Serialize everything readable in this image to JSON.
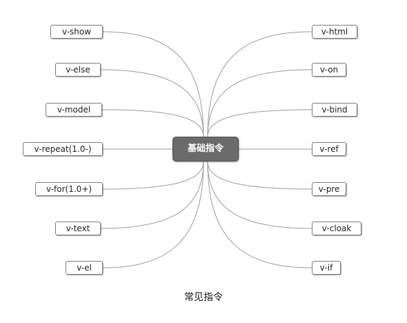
{
  "center": {
    "label": "基础指令"
  },
  "left_nodes": [
    {
      "label": "v-show"
    },
    {
      "label": "v-else"
    },
    {
      "label": "v-model"
    },
    {
      "label": "v-repeat(1.0-)"
    },
    {
      "label": "v-for(1.0+)"
    },
    {
      "label": "v-text"
    },
    {
      "label": "v-el"
    }
  ],
  "right_nodes": [
    {
      "label": "v-html"
    },
    {
      "label": "v-on"
    },
    {
      "label": "v-bind"
    },
    {
      "label": "v-ref"
    },
    {
      "label": "v-pre"
    },
    {
      "label": "v-cloak"
    },
    {
      "label": "v-if"
    }
  ],
  "caption": "常见指令",
  "colors": {
    "line": "#9a9a9a",
    "center_fill": "#6b6b6b",
    "node_border": "#7a7a7a"
  }
}
